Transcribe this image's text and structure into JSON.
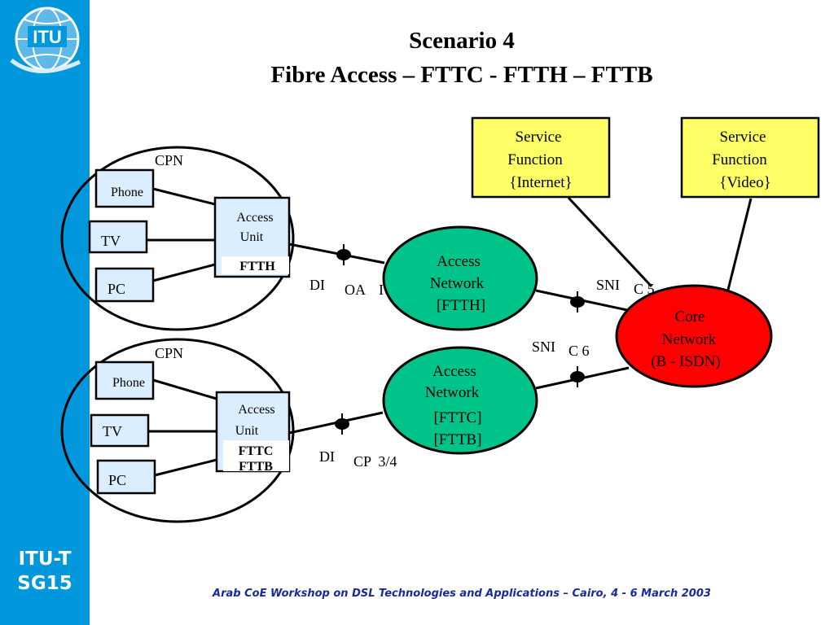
{
  "slide": {
    "title_line1": "Scenario 4",
    "title_line2": "Fibre Access – FTTC - FTTH – FTTB",
    "footer": "Arab CoE  Workshop on DSL Technologies and Applications – Cairo, 4 - 6 March 2003",
    "sidebar_label_line1": "ITU-T",
    "sidebar_label_line2": "SG15",
    "logo_text": "ITU"
  },
  "colors": {
    "sidebar": "#0097dc",
    "service_box": "#ffff66",
    "access_network": "#00c389",
    "core_network": "#ff0000",
    "device_box": "#dbeeff",
    "footer_text": "#1a2a9a"
  },
  "cpn_top": {
    "label": "CPN",
    "phone": "Phone",
    "tv": "TV",
    "pc": "PC",
    "access_unit_line1": "Access",
    "access_unit_line2": "Unit",
    "access_unit_type": "FTTH"
  },
  "cpn_bottom": {
    "label": "CPN",
    "phone": "Phone",
    "tv": "TV",
    "pc": "PC",
    "access_unit_line1": "Access",
    "access_unit_line2": "Unit",
    "access_unit_type_line1": "FTTC",
    "access_unit_type_line2": "FTTB"
  },
  "access_network_top": {
    "line1": "Access",
    "line2": "Network",
    "line3": "[FTTH]"
  },
  "access_network_bottom": {
    "line1": "Access",
    "line2": "Network",
    "line3": "[FTTC]",
    "line4": "[FTTB]"
  },
  "core_network": {
    "line1": "Core",
    "line2": "Network",
    "line3": "(B -  ISDN)"
  },
  "service_internet": {
    "line1": "Service",
    "line2": "Function",
    "line3": "{Internet}"
  },
  "service_video": {
    "line1": "Service",
    "line2": "Function",
    "line3": "{Video}"
  },
  "interfaces": {
    "di_top": "DI",
    "oa_top": "OA",
    "oa_top_cut": "I",
    "sni_top": "SNI",
    "c5": "C 5",
    "sni_bottom": "SNI",
    "c6": "C 6",
    "di_bottom": "DI",
    "cp_bottom": "CP  3/4"
  }
}
